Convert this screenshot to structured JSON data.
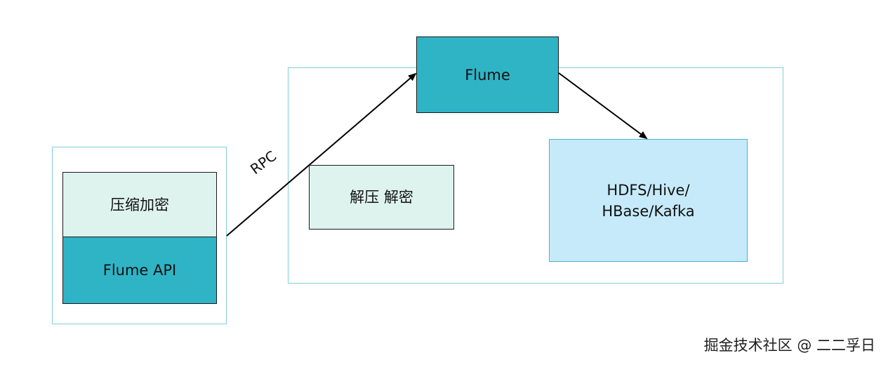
{
  "client": {
    "compress_label": "压缩加密",
    "api_label": "Flume API"
  },
  "connector": {
    "rpc_label": "RPC"
  },
  "server": {
    "flume_label": "Flume",
    "decompress_label": "解压 解密",
    "storage_line1": "HDFS/Hive/",
    "storage_line2": "HBase/Kafka"
  },
  "watermark": {
    "text": "掘金技术社区 @ 二二孚日"
  },
  "colors": {
    "frame_border": "#7fcfd8",
    "teal_fill": "#2fb4c6",
    "mint_fill": "#def3ee",
    "sky_fill": "#c6eaf9",
    "sky_border": "#46b3d2",
    "arrow": "#000000"
  }
}
